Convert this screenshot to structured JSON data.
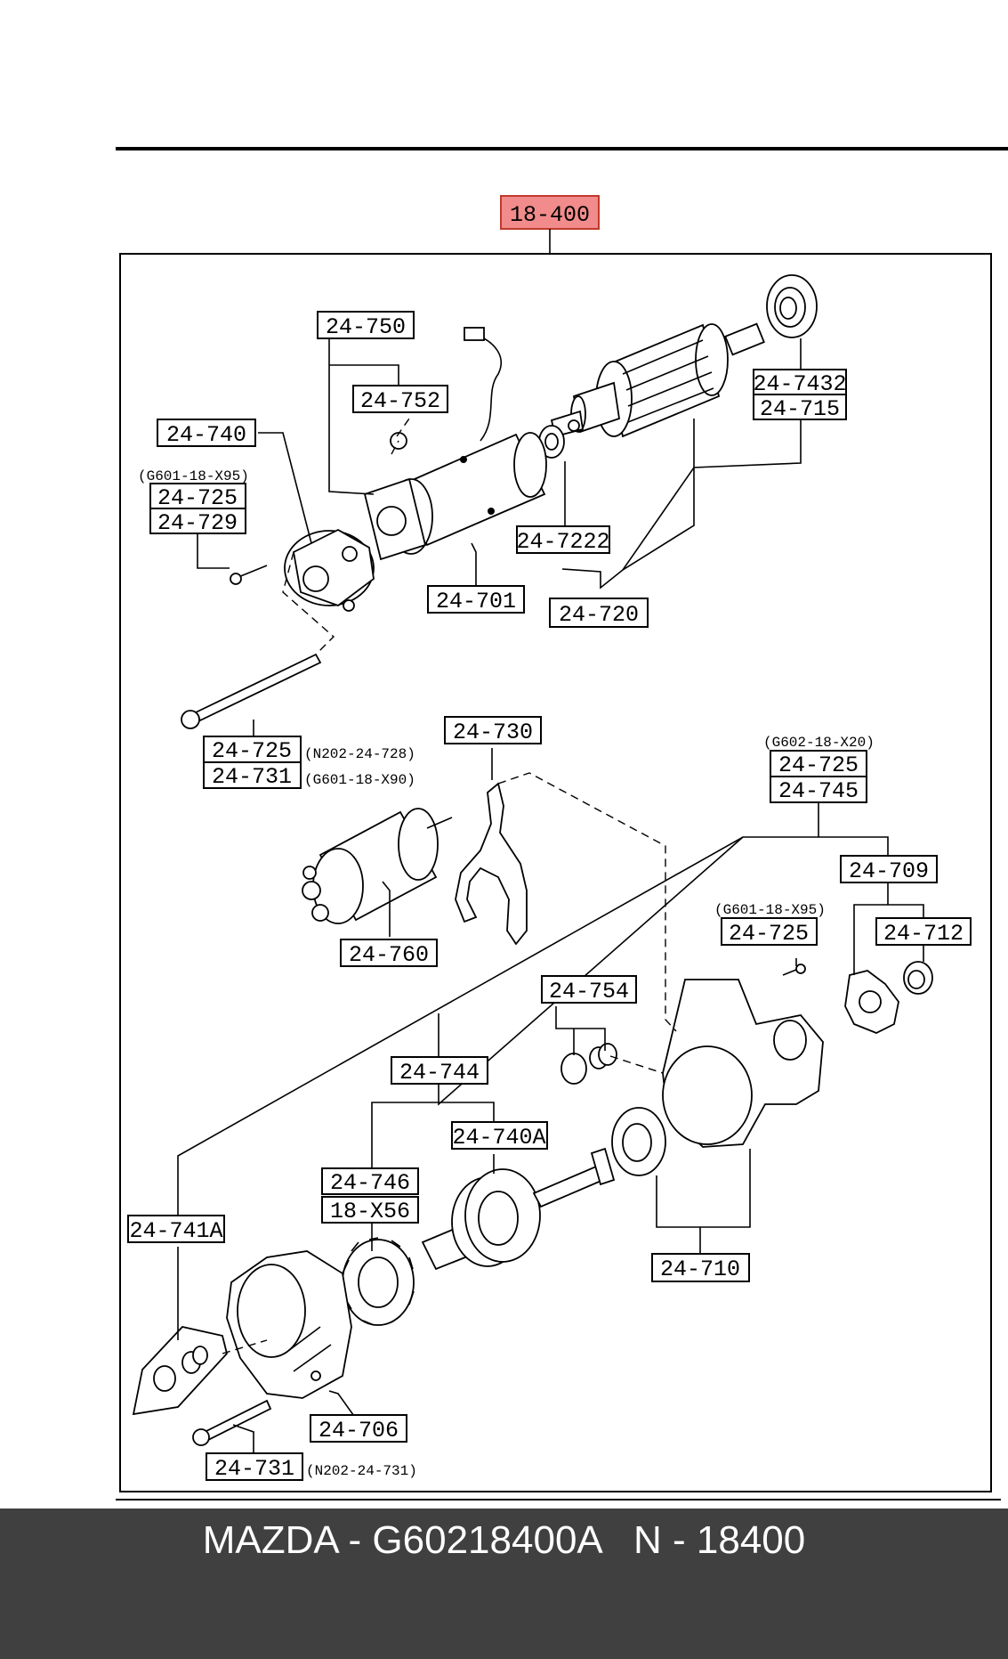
{
  "header": {
    "group_code": "18-400"
  },
  "labels": {
    "l24_750": "24-750",
    "l24_752": "24-752",
    "l24_740": "24-740",
    "l24_725_a": "24-725",
    "l24_729": "24-729",
    "l24_701": "24-701",
    "l24_7222": "24-7222",
    "l24_720": "24-720",
    "l24_7432": "24-7432",
    "l24_715": "24-715",
    "l24_725_b": "24-725",
    "l24_731_a": "24-731",
    "l24_730": "24-730",
    "l24_760": "24-760",
    "l24_725_c": "24-725",
    "l24_745": "24-745",
    "l24_709": "24-709",
    "l24_725_d": "24-725",
    "l24_712": "24-712",
    "l24_754": "24-754",
    "l24_744": "24-744",
    "l24_740A": "24-740A",
    "l24_746": "24-746",
    "l18_X56": "18-X56",
    "l24_741A": "24-741A",
    "l24_710": "24-710",
    "l24_706": "24-706",
    "l24_731_b": "24-731"
  },
  "notes": {
    "n_g601_x95_a": "(G601-18-X95)",
    "n_n202_728": "(N202-24-728)",
    "n_g601_x90": "(G601-18-X90)",
    "n_g602_x20": "(G602-18-X20)",
    "n_g601_x95_b": "(G601-18-X95)",
    "n_n202_731": "(N202-24-731)"
  },
  "footer": {
    "caption": "MAZDA - G60218400A   N - 18400"
  },
  "colors": {
    "highlight": "#f28b8b",
    "footer_bg": "#404040",
    "footer_text": "#ffffff"
  }
}
